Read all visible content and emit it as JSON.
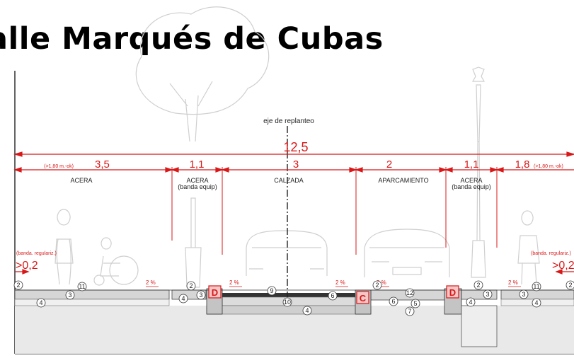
{
  "title": "alle Marqués de Cubas",
  "axis_label": "eje de replanteo",
  "colors": {
    "dimension": "#d81818",
    "line": "#222222",
    "ground": "#e6e6e6",
    "sketch": "#c8c8c8",
    "marker_fill": "#f4c6c6"
  },
  "total_width": "12,5",
  "segments": [
    {
      "value": "3,5",
      "note": "(>1,80 m.-ok)",
      "name": "ACERA",
      "sub": ""
    },
    {
      "value": "1,1",
      "note": "",
      "name": "ACERA",
      "sub": "(banda equip)"
    },
    {
      "value": "3",
      "note": "",
      "name": "CALZADA",
      "sub": ""
    },
    {
      "value": "2",
      "note": "",
      "name": "APARCAMIENTO",
      "sub": ""
    },
    {
      "value": "1,1",
      "note": "",
      "name": "ACERA",
      "sub": "(banda equip)"
    },
    {
      "value": "1,8",
      "note": "(>1,80 m.-ok)",
      "name": "",
      "sub": ""
    }
  ],
  "edge_notes": {
    "left": {
      "note": "(banda. regulariz.)",
      "value": ">0,2"
    },
    "right": {
      "note": "(banda. regulariz.)",
      "value": ">0,2"
    }
  },
  "slope_label": "2 %",
  "markers": [
    "D",
    "C",
    "D"
  ],
  "numbers": [
    "2",
    "11",
    "3",
    "4",
    "2",
    "3",
    "4",
    "9",
    "6",
    "10",
    "4",
    "2",
    "12",
    "6",
    "5",
    "7",
    "2",
    "3",
    "4",
    "2",
    "11",
    "3",
    "4"
  ]
}
